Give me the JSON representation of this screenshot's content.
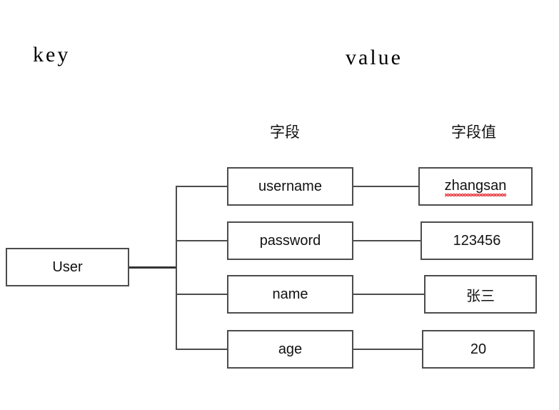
{
  "headers": {
    "key_label": "key",
    "value_label": "value",
    "field_column_label": "字段",
    "field_value_column_label": "字段值"
  },
  "diagram": {
    "type": "tree",
    "root": {
      "label": "User"
    },
    "rows": [
      {
        "field": "username",
        "value": "zhangsan",
        "value_misspelled": true
      },
      {
        "field": "password",
        "value": "123456",
        "value_misspelled": false
      },
      {
        "field": "name",
        "value": "张三",
        "value_misspelled": false
      },
      {
        "field": "age",
        "value": "20",
        "value_misspelled": false
      }
    ]
  },
  "colors": {
    "background": "#ffffff",
    "box_border": "#4c4c4c",
    "connector": "#4c4c4c",
    "root_connector": "#333333",
    "text": "#111111",
    "spellcheck_underline": "#e8313a"
  }
}
